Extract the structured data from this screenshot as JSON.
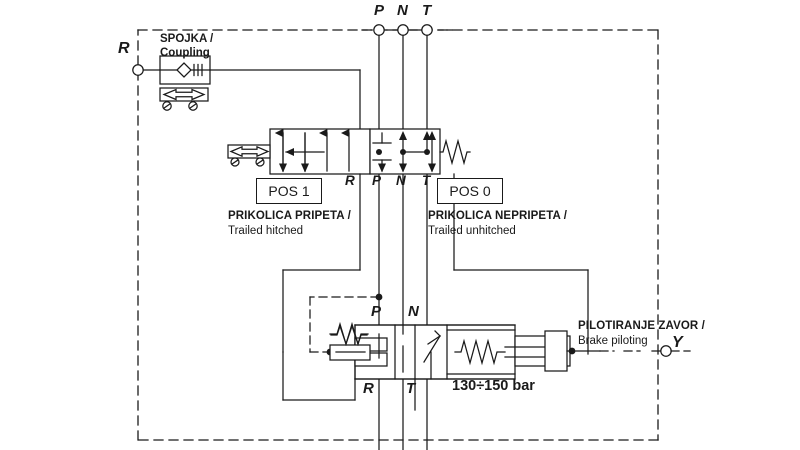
{
  "diagram": {
    "title": "Hydraulic trailer brake valve schematic",
    "colors": {
      "line": "#1a1a1a",
      "text": "#1a1a1a",
      "background": "#ffffff",
      "dash": "#333333"
    }
  },
  "ports": {
    "top": [
      {
        "id": "P",
        "label": "P"
      },
      {
        "id": "N",
        "label": "N"
      },
      {
        "id": "T",
        "label": "T"
      }
    ],
    "left": {
      "id": "R",
      "label": "R"
    },
    "right": {
      "id": "Y",
      "label": "Y"
    }
  },
  "coupling": {
    "title_line1": "SPOJKA /",
    "title_line2": "Coupling",
    "icon": "quick-coupling-icon"
  },
  "main_valve": {
    "port_labels": [
      "R",
      "P",
      "N",
      "T"
    ],
    "positions": [
      {
        "name": "POS 1",
        "caption_line1": "PRIKOLICA PRIPETA /",
        "caption_line2": "Trailed hitched"
      },
      {
        "name": "POS 0",
        "caption_line1": "PRIKOLICA NEPRIPETA /",
        "caption_line2": "Trailed unhitched"
      }
    ]
  },
  "brake_valve": {
    "port_labels_top": [
      "P",
      "N"
    ],
    "port_labels_bottom": [
      "R",
      "T"
    ],
    "pressure_setting": "130÷150 bar"
  },
  "pilot": {
    "title_line1": "PILOTIRANJE ZAVOR /",
    "title_line2": "Brake piloting",
    "port": "Y"
  }
}
